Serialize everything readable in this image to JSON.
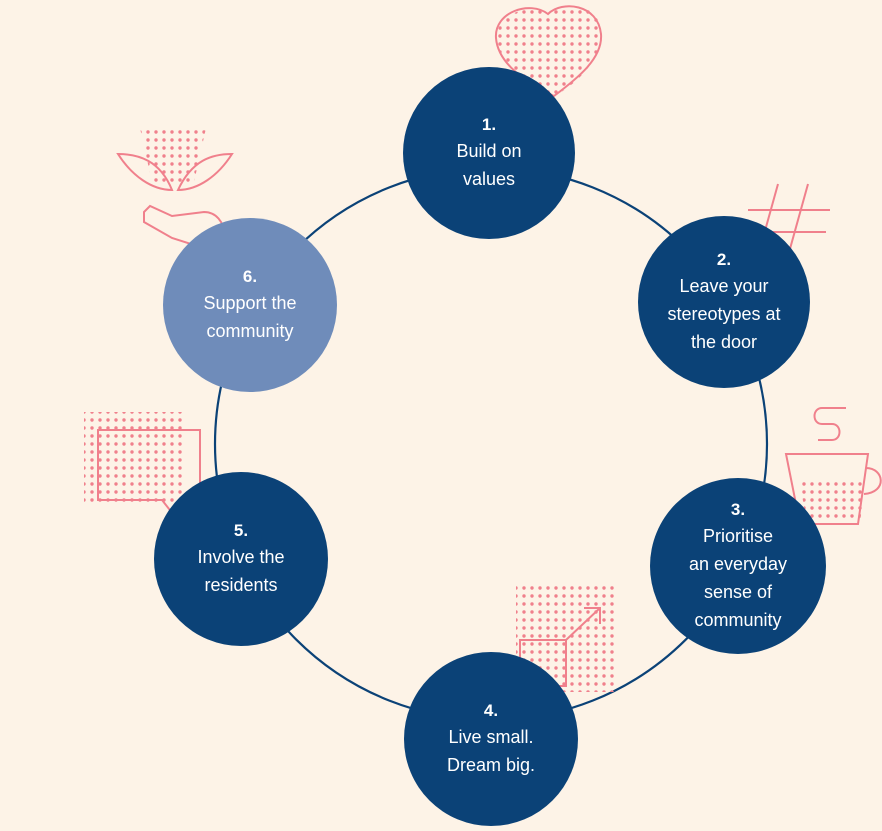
{
  "colors": {
    "background": "#fdf3e7",
    "node_dark": "#0b4277",
    "node_light": "#6f8cba",
    "ring": "#0b4277",
    "accent_pink": "#f0808c"
  },
  "steps": [
    {
      "number": "1.",
      "label": "Build on\nvalues",
      "icon": "heart-icon"
    },
    {
      "number": "2.",
      "label": "Leave your\nstereotypes at\nthe door",
      "icon": "hashtag-icon"
    },
    {
      "number": "3.",
      "label": "Prioritise\nan everyday\nsense of\ncommunity",
      "icon": "coffee-cup-icon"
    },
    {
      "number": "4.",
      "label": "Live small.\nDream big.",
      "icon": "growth-arrow-icon"
    },
    {
      "number": "5.",
      "label": "Involve the\nresidents",
      "icon": "speech-bubble-icon"
    },
    {
      "number": "6.",
      "label": "Support the\ncommunity",
      "icon": "hand-plant-icon"
    }
  ]
}
